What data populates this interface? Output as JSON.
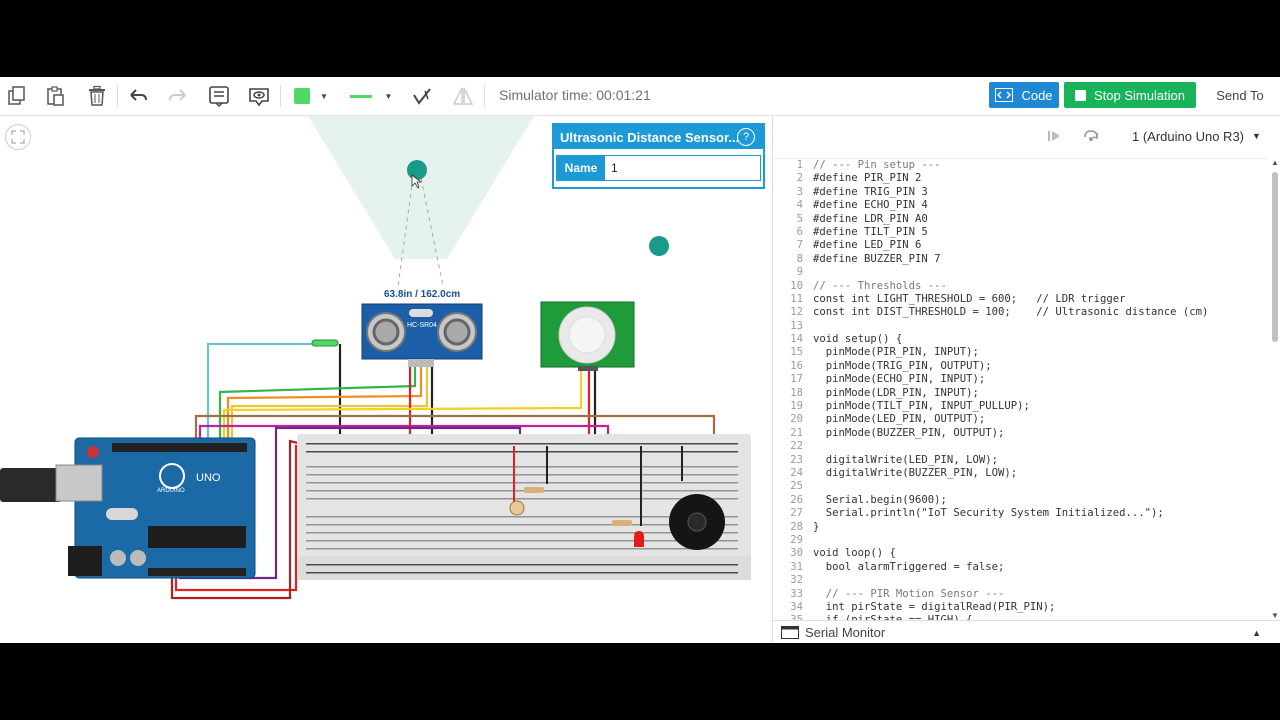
{
  "toolbar": {
    "simulator_time": "Simulator time: 00:01:21",
    "code_label": "Code",
    "stop_label": "Stop Simulation",
    "send_label": "Send To",
    "fill_color": "#4cd964"
  },
  "inspector": {
    "title": "Ultrasonic Distance Sensor...",
    "help": "?",
    "name_label": "Name",
    "name_value": "1"
  },
  "circuit": {
    "distance_reading": "63.8in / 162.0cm",
    "sensor_model": "HC-SR04",
    "board_logo": "UNO",
    "board_brand": "ARDUINO"
  },
  "code_panel": {
    "board_select": "1 (Arduino Uno R3)",
    "serial_monitor": "Serial Monitor",
    "lines": [
      {
        "n": "1",
        "t": "// --- Pin setup ---"
      },
      {
        "n": "2",
        "t": "#define PIR_PIN 2"
      },
      {
        "n": "3",
        "t": "#define TRIG_PIN 3"
      },
      {
        "n": "4",
        "t": "#define ECHO_PIN 4"
      },
      {
        "n": "5",
        "t": "#define LDR_PIN A0"
      },
      {
        "n": "6",
        "t": "#define TILT_PIN 5"
      },
      {
        "n": "7",
        "t": "#define LED_PIN 6"
      },
      {
        "n": "8",
        "t": "#define BUZZER_PIN 7"
      },
      {
        "n": "9",
        "t": ""
      },
      {
        "n": "10",
        "t": "// --- Thresholds ---"
      },
      {
        "n": "11",
        "t": "const int LIGHT_THRESHOLD = 600;   // LDR trigger"
      },
      {
        "n": "12",
        "t": "const int DIST_THRESHOLD = 100;    // Ultrasonic distance (cm)"
      },
      {
        "n": "13",
        "t": ""
      },
      {
        "n": "14",
        "t": "void setup() {"
      },
      {
        "n": "15",
        "t": "  pinMode(PIR_PIN, INPUT);"
      },
      {
        "n": "16",
        "t": "  pinMode(TRIG_PIN, OUTPUT);"
      },
      {
        "n": "17",
        "t": "  pinMode(ECHO_PIN, INPUT);"
      },
      {
        "n": "18",
        "t": "  pinMode(LDR_PIN, INPUT);"
      },
      {
        "n": "19",
        "t": "  pinMode(TILT_PIN, INPUT_PULLUP);"
      },
      {
        "n": "20",
        "t": "  pinMode(LED_PIN, OUTPUT);"
      },
      {
        "n": "21",
        "t": "  pinMode(BUZZER_PIN, OUTPUT);"
      },
      {
        "n": "22",
        "t": ""
      },
      {
        "n": "23",
        "t": "  digitalWrite(LED_PIN, LOW);"
      },
      {
        "n": "24",
        "t": "  digitalWrite(BUZZER_PIN, LOW);"
      },
      {
        "n": "25",
        "t": ""
      },
      {
        "n": "26",
        "t": "  Serial.begin(9600);"
      },
      {
        "n": "27",
        "t": "  Serial.println(\"IoT Security System Initialized...\");"
      },
      {
        "n": "28",
        "t": "}"
      },
      {
        "n": "29",
        "t": ""
      },
      {
        "n": "30",
        "t": "void loop() {"
      },
      {
        "n": "31",
        "t": "  bool alarmTriggered = false;"
      },
      {
        "n": "32",
        "t": ""
      },
      {
        "n": "33",
        "t": "  // --- PIR Motion Sensor ---"
      },
      {
        "n": "34",
        "t": "  int pirState = digitalRead(PIR_PIN);"
      },
      {
        "n": "35",
        "t": "  if (pirState == HIGH) {"
      }
    ]
  }
}
